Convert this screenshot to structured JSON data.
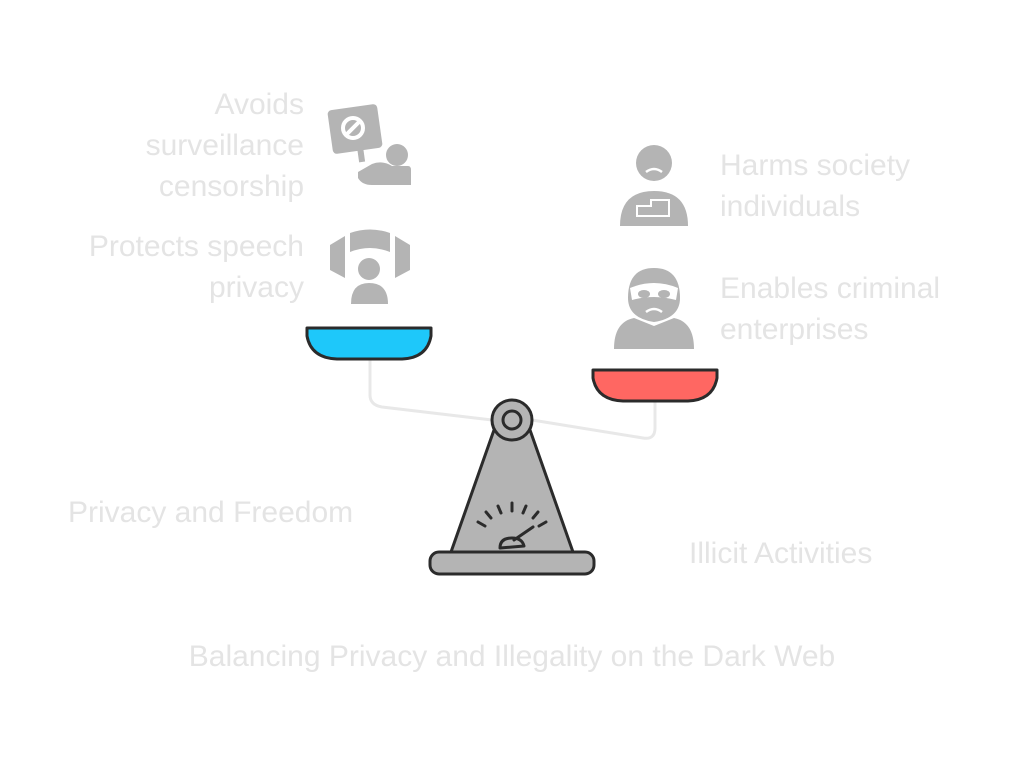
{
  "title": "Balancing Privacy and Illegality on the Dark Web",
  "left_side": {
    "heading": "Privacy and Freedom",
    "pan_color": "#1ec8fa",
    "items": [
      {
        "lines": [
          "Avoids",
          "surveillance",
          "censorship"
        ],
        "icon": "protest-sign-icon"
      },
      {
        "lines": [
          "Protects speech",
          "privacy"
        ],
        "icon": "shielded-person-icon"
      }
    ]
  },
  "right_side": {
    "heading": "Illicit Activities",
    "pan_color": "#ff6762",
    "items": [
      {
        "lines": [
          "Harms society",
          "individuals"
        ],
        "icon": "sad-person-icon"
      },
      {
        "lines": [
          "Enables criminal",
          "enterprises"
        ],
        "icon": "masked-criminal-icon"
      }
    ]
  },
  "colors": {
    "label_text": "#e4e4e4",
    "icon_gray": "#b4b4b4",
    "scale_body": "#b4b4b4",
    "outline": "#2b2b2b",
    "connector": "#e8e8e8"
  }
}
